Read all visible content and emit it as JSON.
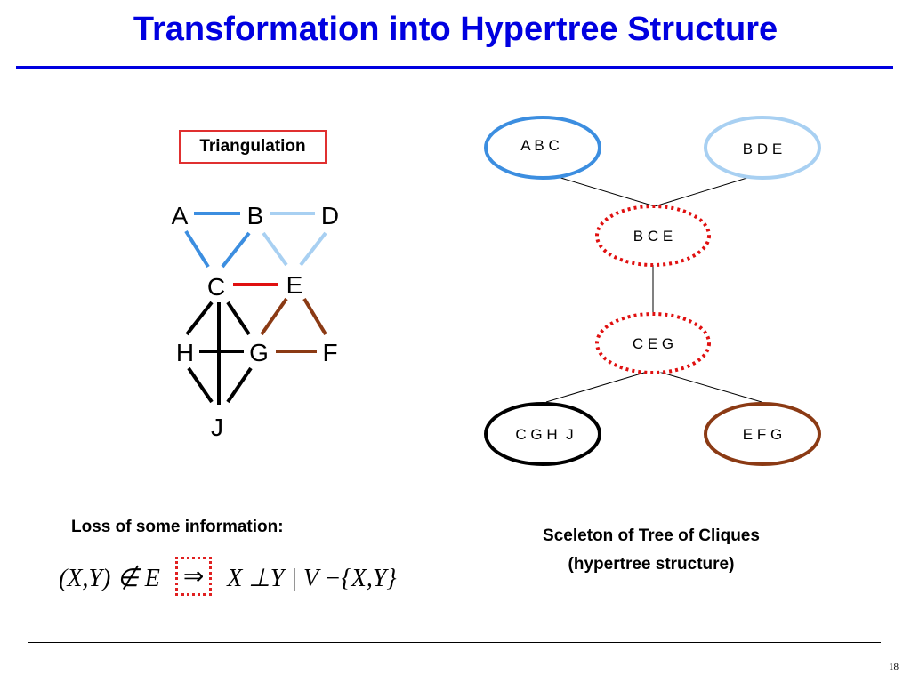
{
  "title": "Transformation into Hypertree Structure",
  "triangulation_label": "Triangulation",
  "graph": {
    "nodes": [
      "A",
      "B",
      "D",
      "C",
      "E",
      "H",
      "G",
      "F",
      "J"
    ],
    "edges": [
      {
        "from": "A",
        "to": "B",
        "color": "#3c8ee0"
      },
      {
        "from": "B",
        "to": "D",
        "color": "#a8d0f2"
      },
      {
        "from": "A",
        "to": "C",
        "color": "#3c8ee0"
      },
      {
        "from": "B",
        "to": "C",
        "color": "#3c8ee0"
      },
      {
        "from": "B",
        "to": "E",
        "color": "#a8d0f2"
      },
      {
        "from": "D",
        "to": "E",
        "color": "#a8d0f2"
      },
      {
        "from": "C",
        "to": "E",
        "color": "#e01010"
      },
      {
        "from": "E",
        "to": "G",
        "color": "#8b3a14"
      },
      {
        "from": "E",
        "to": "F",
        "color": "#8b3a14"
      },
      {
        "from": "G",
        "to": "F",
        "color": "#8b3a14"
      },
      {
        "from": "C",
        "to": "H",
        "color": "#000000"
      },
      {
        "from": "C",
        "to": "G",
        "color": "#000000"
      },
      {
        "from": "C",
        "to": "J",
        "color": "#000000"
      },
      {
        "from": "H",
        "to": "G",
        "color": "#000000"
      },
      {
        "from": "H",
        "to": "J",
        "color": "#000000"
      },
      {
        "from": "G",
        "to": "J",
        "color": "#000000"
      }
    ]
  },
  "tree": {
    "cliques": [
      {
        "label": "A B C",
        "color": "#3c8ee0"
      },
      {
        "label": "B D E",
        "color": "#a8d0f2"
      },
      {
        "label": "B C E",
        "color": "#e01010"
      },
      {
        "label": "C E G",
        "color": "#e01010"
      },
      {
        "label": "C G H  J",
        "color": "#000000"
      },
      {
        "label": "E F G",
        "color": "#8b3a14"
      }
    ]
  },
  "loss_text": "Loss of some information:",
  "formula": {
    "left": "(X,Y) ∉ E",
    "arrow": "⇒",
    "right": "X ⊥Y | V −{X,Y}"
  },
  "caption": {
    "line1": "Sceleton of Tree of Cliques",
    "line2": "(hypertree structure)"
  },
  "page_number": "18"
}
